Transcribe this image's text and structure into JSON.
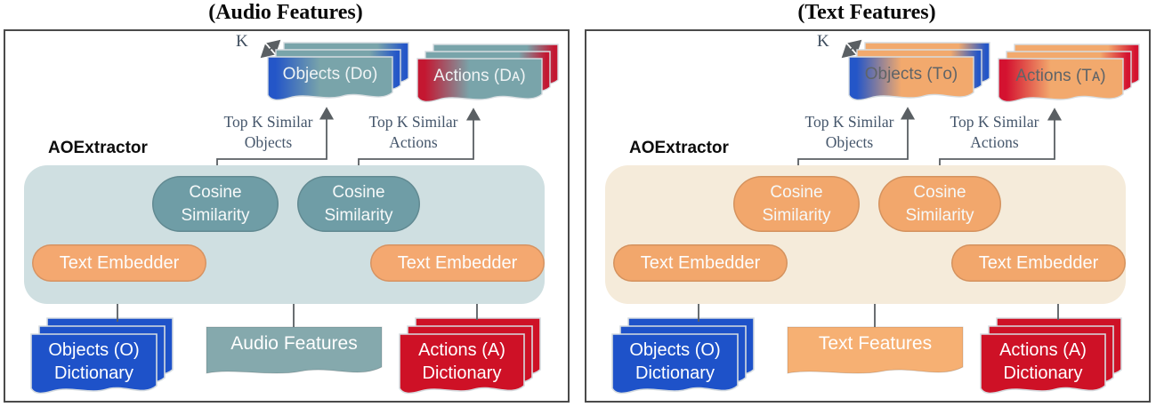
{
  "panels": [
    {
      "title": "(Audio Features)",
      "k_label": "K",
      "results": {
        "objects_label": "Objects (Dᴏ)",
        "actions_label": "Actions (Dᴀ)"
      },
      "topk_objects": {
        "line1": "Top K Similar",
        "line2": "Objects"
      },
      "topk_actions": {
        "line1": "Top K Similar",
        "line2": "Actions"
      },
      "extractor_label": "AOExtractor",
      "cosine_left": {
        "line1": "Cosine",
        "line2": "Similarity"
      },
      "cosine_right": {
        "line1": "Cosine",
        "line2": "Similarity"
      },
      "embedder_left_label": "Text Embedder",
      "embedder_right_label": "Text Embedder",
      "features_label": "Audio Features",
      "objects_dict": {
        "line1": "Objects (O)",
        "line2": "Dictionary"
      },
      "actions_dict": {
        "line1": "Actions (A)",
        "line2": "Dictionary"
      },
      "colors": {
        "container": "#cfdfe1",
        "node": "#6f9da6",
        "embedder": "#f4a870",
        "features_fill": "#85a9ad",
        "card_body": "#79a4aa",
        "card_text": "#eef3f4",
        "edge_objects": "#2456c8",
        "edge_actions": "#c41731",
        "dict_blue": "#1e52c9",
        "dict_red": "#ce1126"
      }
    },
    {
      "title": "(Text Features)",
      "k_label": "K",
      "results": {
        "objects_label": "Objects (Tᴏ)",
        "actions_label": "Actions (Tᴀ)"
      },
      "topk_objects": {
        "line1": "Top K Similar",
        "line2": "Objects"
      },
      "topk_actions": {
        "line1": "Top K Similar",
        "line2": "Actions"
      },
      "extractor_label": "AOExtractor",
      "cosine_left": {
        "line1": "Cosine",
        "line2": "Similarity"
      },
      "cosine_right": {
        "line1": "Cosine",
        "line2": "Similarity"
      },
      "embedder_left_label": "Text Embedder",
      "embedder_right_label": "Text Embedder",
      "features_label": "Text Features",
      "objects_dict": {
        "line1": "Objects (O)",
        "line2": "Dictionary"
      },
      "actions_dict": {
        "line1": "Actions (A)",
        "line2": "Dictionary"
      },
      "colors": {
        "container": "#f5ebda",
        "node": "#f2a76c",
        "embedder": "#f2a76c",
        "features_fill": "#f6b073",
        "card_body": "#f2a96d",
        "card_text": "#5f6468",
        "edge_objects": "#2456c8",
        "edge_actions": "#d41230",
        "dict_blue": "#1e52c9",
        "dict_red": "#ce1126"
      }
    }
  ]
}
